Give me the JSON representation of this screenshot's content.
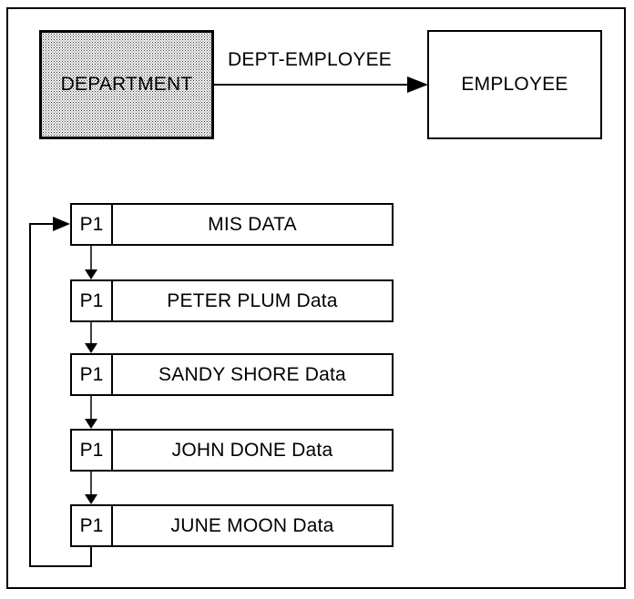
{
  "diagram": {
    "entities": {
      "department": "DEPARTMENT",
      "employee": "EMPLOYEE"
    },
    "relationship": "DEPT-EMPLOYEE",
    "linked_list": {
      "nodes": [
        {
          "pointer": "P1",
          "data": "MIS DATA",
          "shaded": true
        },
        {
          "pointer": "P1",
          "data": "PETER PLUM Data",
          "shaded": false
        },
        {
          "pointer": "P1",
          "data": "SANDY SHORE Data",
          "shaded": false
        },
        {
          "pointer": "P1",
          "data": "JOHN DONE Data",
          "shaded": false
        },
        {
          "pointer": "P1",
          "data": "JUNE MOON Data",
          "shaded": false
        }
      ]
    },
    "colors": {
      "line": "#000000",
      "background": "#ffffff"
    }
  }
}
